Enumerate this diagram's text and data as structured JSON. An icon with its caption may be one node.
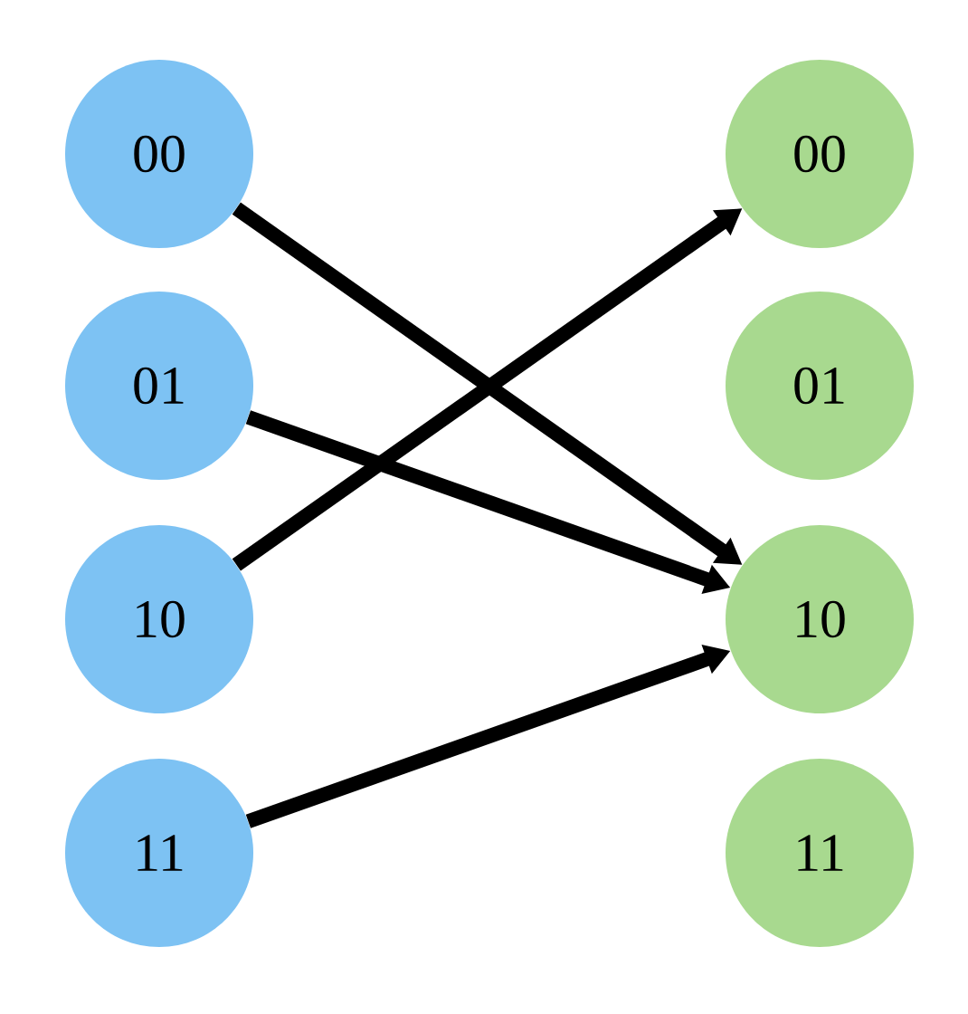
{
  "diagram": {
    "nodes": [
      {
        "text": [
          "00"
        ]
      },
      {
        "text": [
          "01"
        ]
      },
      {
        "text": [
          "10"
        ]
      },
      {
        "text": [
          "11"
        ]
      },
      {
        "text": [
          "00"
        ]
      },
      {
        "text": [
          "01"
        ]
      },
      {
        "text": [
          "10"
        ]
      },
      {
        "text": [
          "11"
        ]
      }
    ],
    "edges": [
      {
        "from": 0,
        "to": 6,
        "arrow": "to"
      },
      {
        "from": 1,
        "to": 6,
        "arrow": "to"
      },
      {
        "from": 2,
        "to": 4,
        "arrow": "to"
      },
      {
        "from": 3,
        "to": 6,
        "arrow": "to"
      }
    ]
  }
}
